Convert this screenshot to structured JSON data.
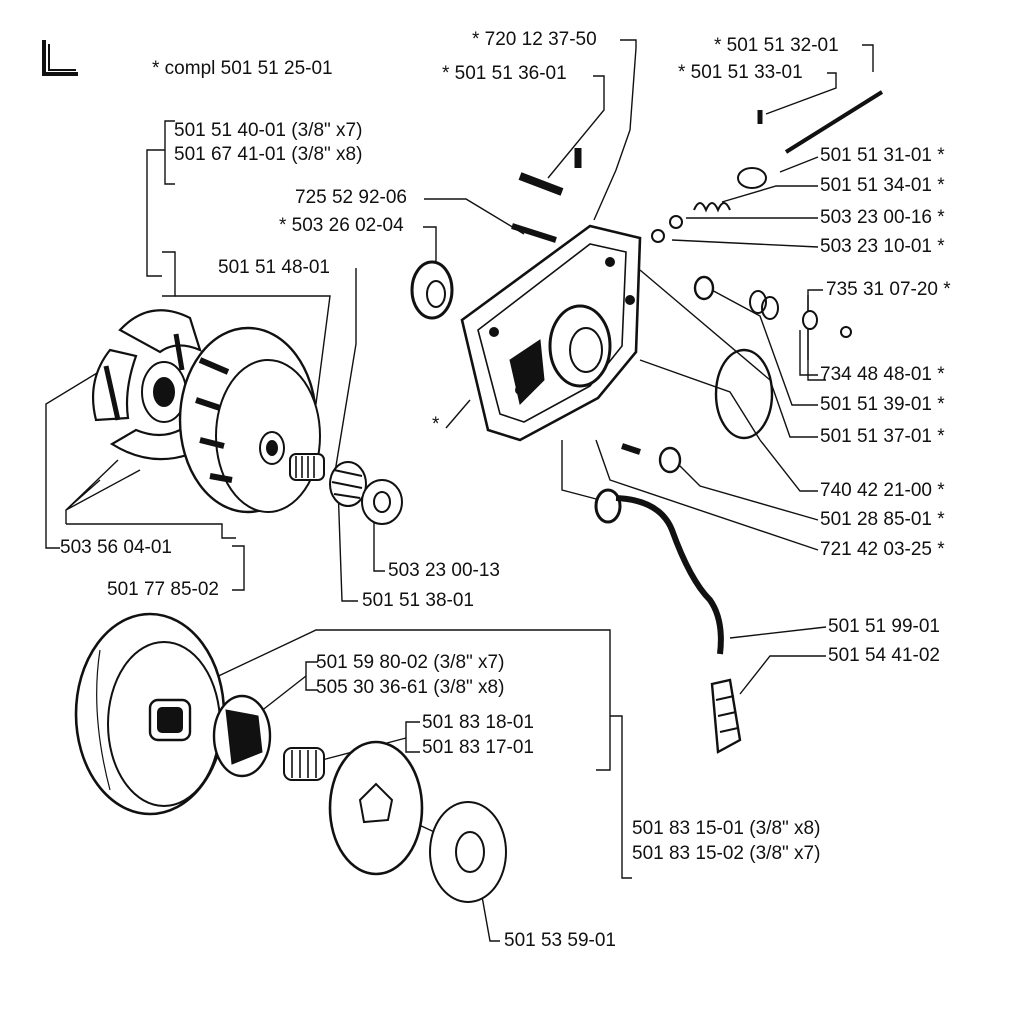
{
  "section_letter": "L",
  "labels": {
    "compl": "* compl 501 51 25-01",
    "p720_12_37_50": "* 720 12 37-50",
    "p501_51_36_01": "* 501 51 36-01",
    "p501_51_32_01": "* 501 51 32-01",
    "p501_51_33_01": "* 501 51 33-01",
    "p501_51_40_01": "501 51 40-01 (3/8\" x7)",
    "p501_67_41_01": "501 67 41-01 (3/8\" x8)",
    "p725_52_92_06": "725 52 92-06",
    "p503_26_02_04": "* 503 26 02-04",
    "p501_51_31_01": "501 51 31-01 *",
    "p501_51_34_01": "501 51 34-01 *",
    "p503_23_00_16": "503 23 00-16 *",
    "p503_23_10_01": "503 23 10-01 *",
    "p735_31_07_20": "735 31 07-20 *",
    "p501_51_48_01": "501 51 48-01",
    "p734_48_48_01": "734 48 48-01 *",
    "p501_51_39_01": "501 51 39-01 *",
    "p501_51_37_01": "501 51 37-01 *",
    "star_cover": "*",
    "p740_42_21_00": "740 42 21-00 *",
    "p501_28_85_01": "501 28 85-01 *",
    "p721_42_03_25": "721 42 03-25 *",
    "p503_56_04_01": "503 56 04-01",
    "p503_23_00_13": "503 23 00-13",
    "p501_77_85_02": "501 77 85-02",
    "p501_51_38_01": "501 51 38-01",
    "p501_51_99_01": "501 51 99-01",
    "p501_54_41_02": "501 54 41-02",
    "p501_59_80_02": "501 59 80-02 (3/8\" x7)",
    "p505_30_36_61": "505 30 36-61 (3/8\" x8)",
    "p501_83_18_01": "501 83 18-01",
    "p501_83_17_01": "501 83 17-01",
    "p501_83_15_01": "501 83 15-01 (3/8\" x8)",
    "p501_83_15_02": "501 83 15-02 (3/8\" x7)",
    "p501_53_59_01": "501 53 59-01"
  }
}
